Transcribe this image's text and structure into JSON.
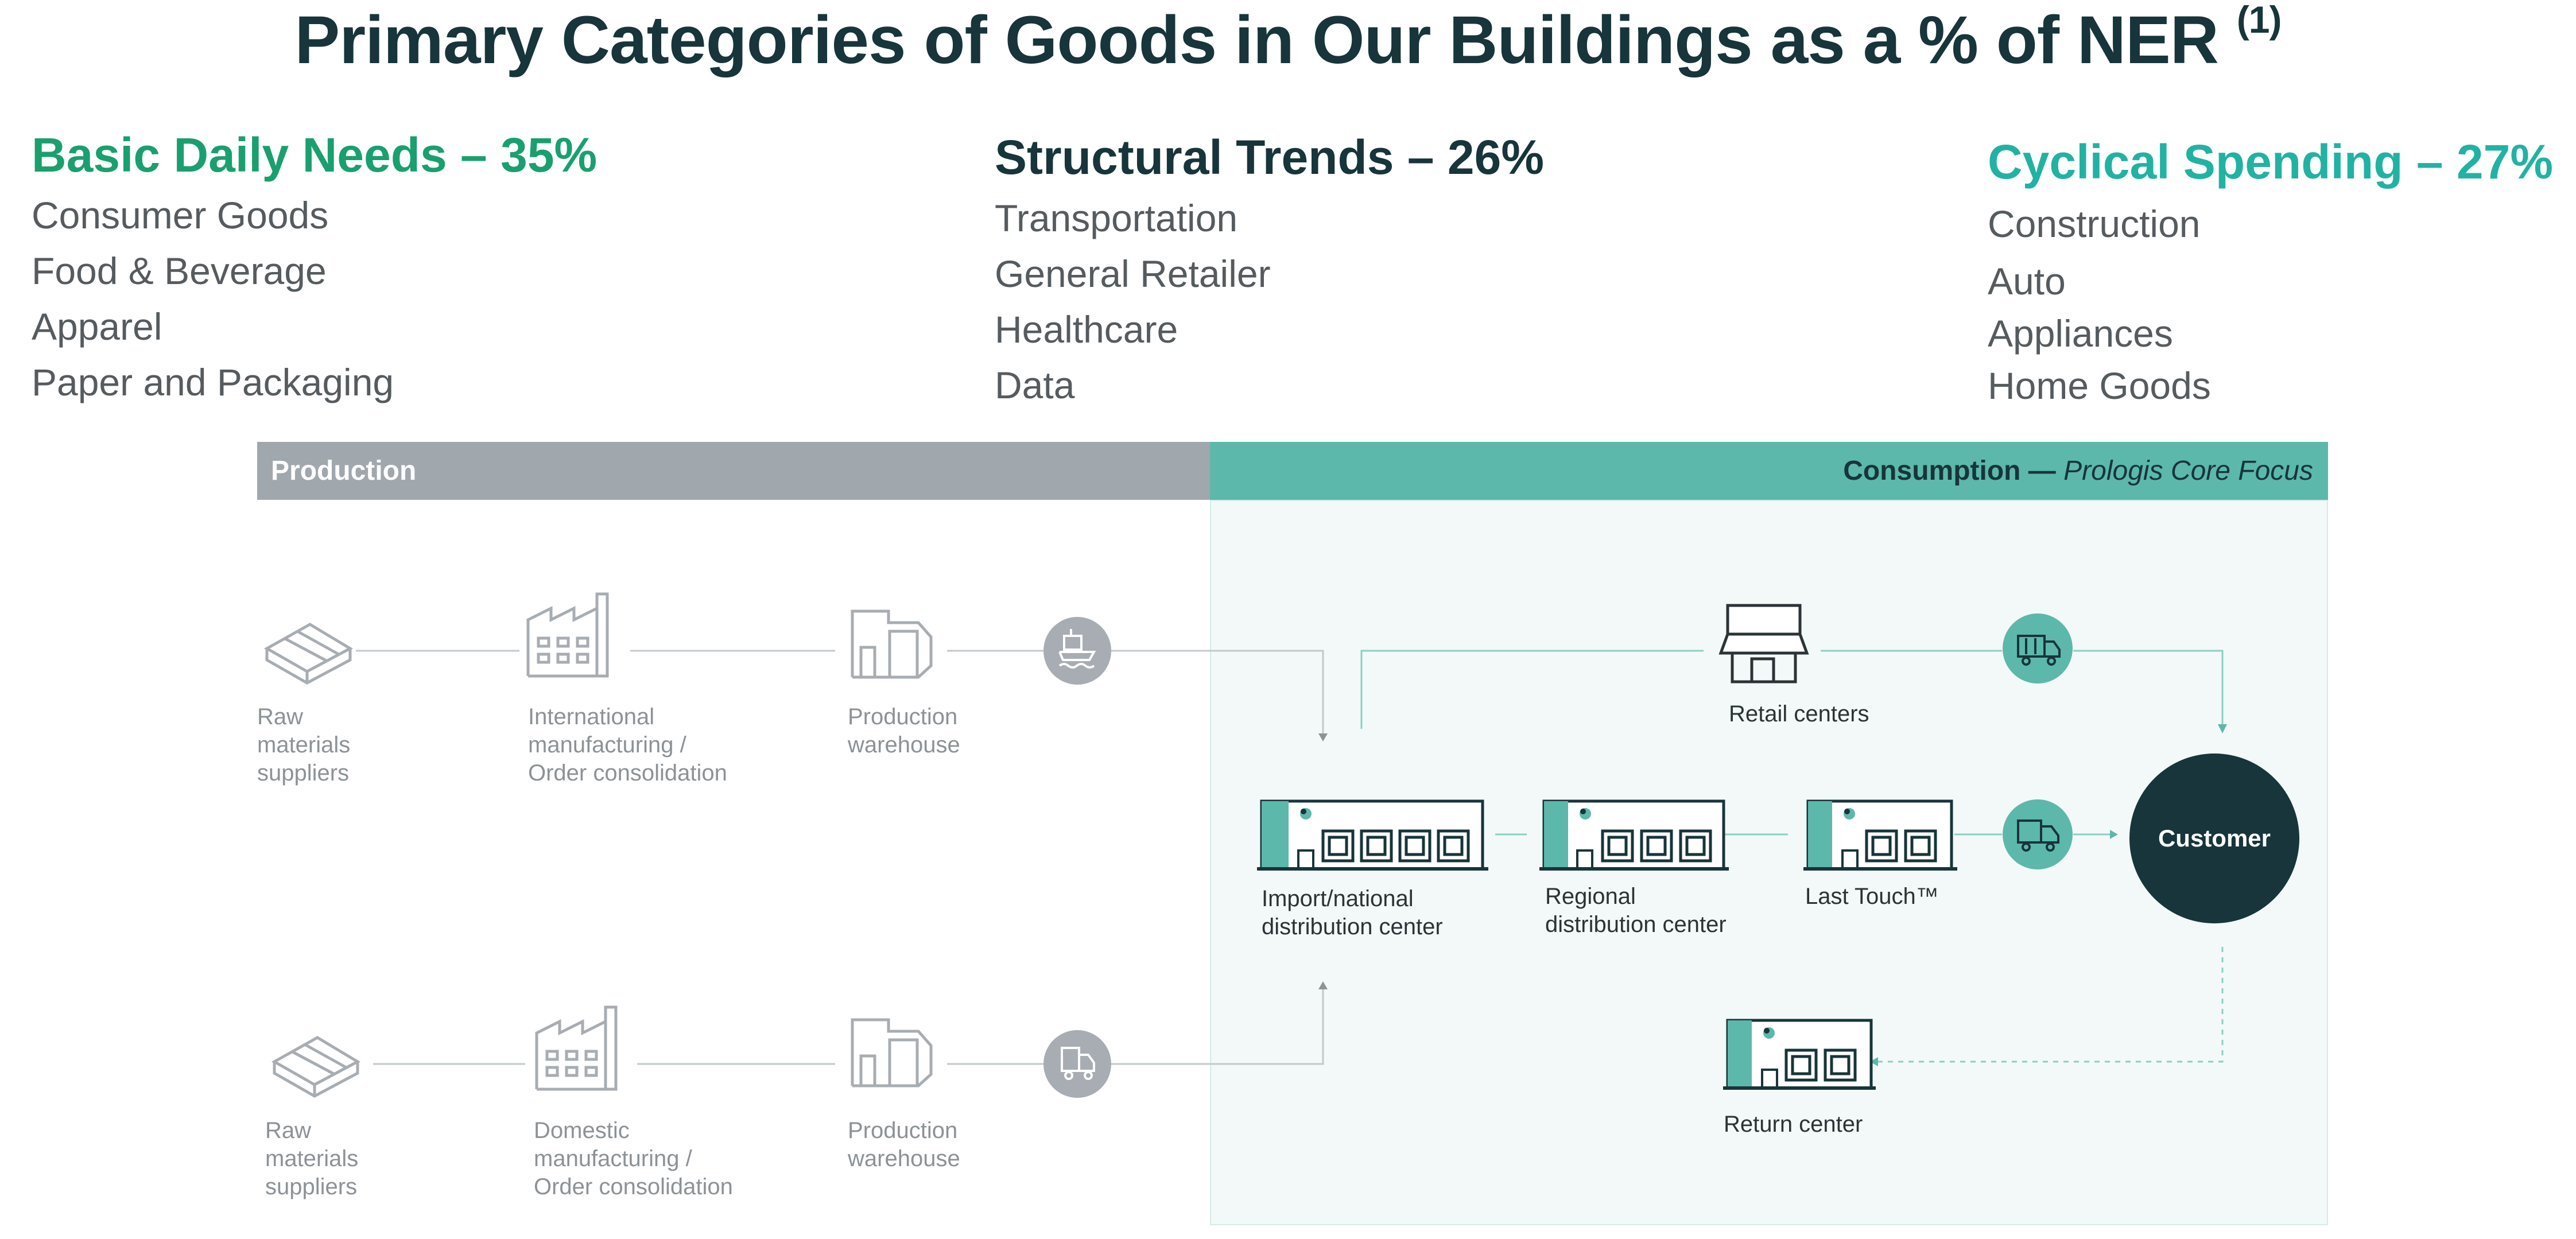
{
  "title": {
    "text": "Primary Categories of Goods in Our Buildings as a % of NER",
    "footnote": "(1)"
  },
  "categories": [
    {
      "heading": "Basic Daily Needs – 35%",
      "color": "#19a06e",
      "items": [
        "Consumer Goods",
        "Food & Beverage",
        "Apparel",
        "Paper and Packaging"
      ]
    },
    {
      "heading": "Structural Trends – 26%",
      "color": "#17353a",
      "items": [
        "Transportation",
        "General Retailer",
        "Healthcare",
        "Data"
      ]
    },
    {
      "heading": "Cyclical Spending – 27%",
      "color": "#22b2a3",
      "items": [
        "Construction",
        "Auto",
        "Appliances",
        "Home Goods"
      ]
    }
  ],
  "bands": {
    "production": {
      "label": "Production",
      "color": "#a0a7ad"
    },
    "consumption": {
      "label": "Consumption —",
      "focus": "Prologis Core Focus",
      "color": "#5cb8ab"
    }
  },
  "production_nodes": {
    "row1": [
      {
        "icon": "warehouse-icon",
        "lines": [
          "Raw",
          "materials",
          "suppliers"
        ]
      },
      {
        "icon": "factory-icon",
        "lines": [
          "International",
          "manufacturing /",
          "Order consolidation"
        ]
      },
      {
        "icon": "production-warehouse-icon",
        "lines": [
          "Production",
          "warehouse"
        ]
      }
    ],
    "row2": [
      {
        "icon": "warehouse-icon",
        "lines": [
          "Raw",
          "materials",
          "suppliers"
        ]
      },
      {
        "icon": "factory-icon",
        "lines": [
          "Domestic",
          "manufacturing /",
          "Order consolidation"
        ]
      },
      {
        "icon": "production-warehouse-icon",
        "lines": [
          "Production",
          "warehouse"
        ]
      }
    ]
  },
  "transport_icons": [
    "ship-icon",
    "truck-icon",
    "delivery-truck-icon",
    "delivery-van-icon"
  ],
  "consumption_nodes": {
    "retail": "Retail centers",
    "import": [
      "Import/national",
      "distribution center"
    ],
    "regional": [
      "Regional",
      "distribution center"
    ],
    "last_touch": "Last Touch™",
    "customer": "Customer",
    "return": "Return center"
  },
  "colors": {
    "dark": "#17353a",
    "teal": "#5cb8ab",
    "grey_icon": "#a7adb2",
    "panel_bg": "#f3f9f8"
  }
}
